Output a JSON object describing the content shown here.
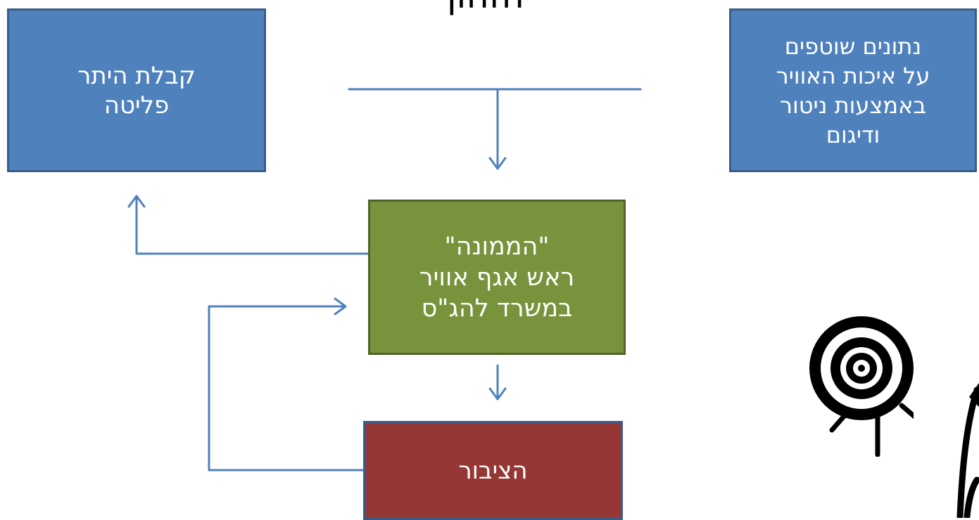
{
  "title_fragment": "הזהון",
  "boxes": {
    "permits": {
      "lines": [
        "קבלת היתר",
        "פליטה"
      ]
    },
    "data": {
      "lines": [
        "נתונים שוטפים",
        "על איכות האוויר",
        "באמצעות ניטור",
        "ודיגום"
      ]
    },
    "official": {
      "lines": [
        "\"הממונה\"",
        "ראש אגף אוויר",
        "במשרד להג\"ס"
      ]
    },
    "public": {
      "lines": [
        "הציבור"
      ]
    }
  },
  "colors": {
    "blue_box": "#4f81bd",
    "green_box": "#77933c",
    "red_box": "#953735",
    "connector": "#4f81bd"
  },
  "icons": [
    "target-icon",
    "person-icon"
  ]
}
